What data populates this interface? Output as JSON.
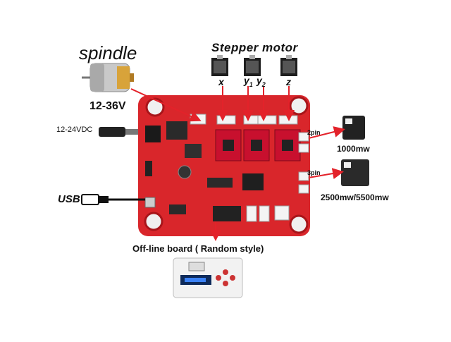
{
  "labels": {
    "spindle": "spindle",
    "spindle_voltage": "12-36V",
    "stepper_motor": "Stepper motor",
    "axis_x": "x",
    "axis_y": "y",
    "axis_y1_sub": "1",
    "axis_y2_sub": "2",
    "axis_z": "z",
    "dc_input": "12-24VDC",
    "usb": "USB",
    "offline_board": "Off-line board ( Random style)",
    "pin2": "2pin",
    "pin3": "3pin",
    "laser_small": "1000mw",
    "laser_large": "2500mw/5500mw"
  },
  "colors": {
    "board": "#d9262b",
    "board_dark": "#a8151a",
    "arrow": "#e3222a",
    "driver": "#c8102e",
    "white_connector": "#f4f4f4"
  },
  "icons": [
    "spindle-motor-icon",
    "stepper-motor-icon",
    "dc-jack-icon",
    "usb-cable-icon",
    "laser-module-icon",
    "offline-controller-icon"
  ]
}
